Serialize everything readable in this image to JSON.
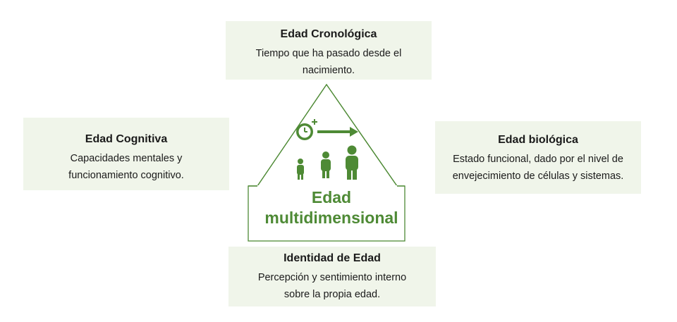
{
  "center": {
    "line1": "Edad",
    "line2": "multidimensional"
  },
  "cards": {
    "top": {
      "title": "Edad Cronológica",
      "desc_line1": "Tiempo que ha pasado desde el",
      "desc_line2": "nacimiento."
    },
    "left": {
      "title": "Edad Cognitiva",
      "desc_line1": "Capacidades mentales y",
      "desc_line2": "funcionamiento cognitivo."
    },
    "right": {
      "title": "Edad biológica",
      "desc_line1": "Estado funcional, dado por el nivel de",
      "desc_line2": "envejecimiento de células y sistemas."
    },
    "bottom": {
      "title": "Identidad de Edad",
      "desc_line1": "Percepción y sentimiento interno",
      "desc_line2": "sobre la propia edad."
    }
  },
  "colors": {
    "accent": "#4e8a35",
    "card_bg": "#f0f5ea"
  },
  "icons": [
    "clock-plus-icon",
    "arrow-right-icon",
    "person-small-icon",
    "person-medium-icon",
    "person-large-icon"
  ]
}
